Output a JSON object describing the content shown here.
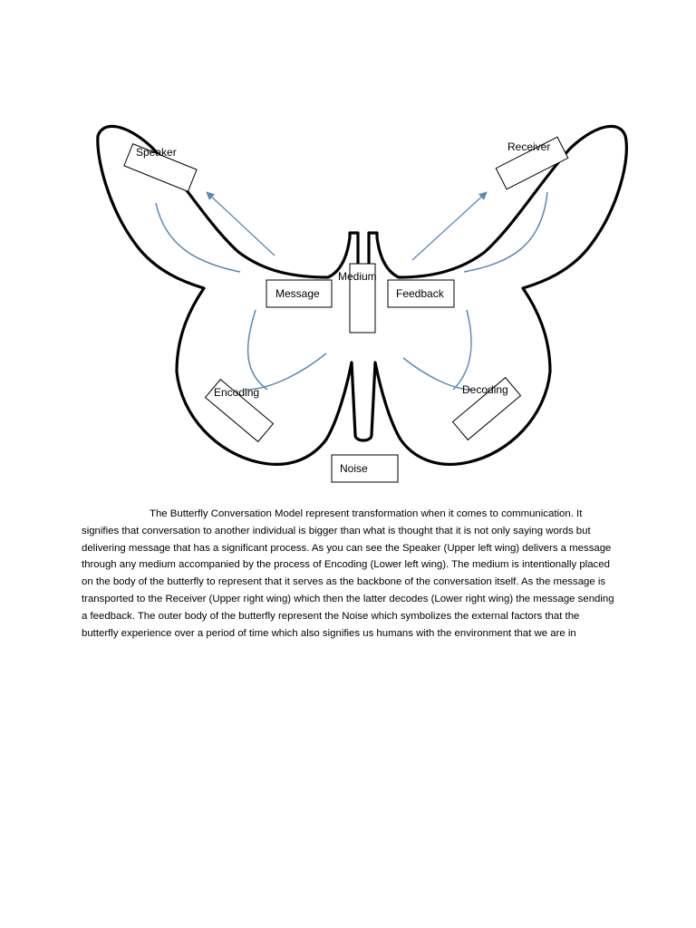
{
  "diagram": {
    "labels": {
      "speaker": "Speaker",
      "receiver": "Receiver",
      "medium": "Medium",
      "message": "Message",
      "feedback": "Feedback",
      "encoding": "Encoding",
      "decoding": "Decoding",
      "noise": "Noise"
    },
    "colors": {
      "outline": "#000000",
      "flow_lines": "#5b87b5"
    }
  },
  "paragraph": "The Butterfly Conversation Model represent transformation when it comes to communication. It signifies that conversation to another individual is bigger than what is thought that it is not only saying words but delivering message that has a significant process. As you can see the Speaker (Upper left wing) delivers a message through any medium accompanied by the process of Encoding (Lower left wing). The medium is intentionally placed on the body of the butterfly to represent that it serves as the backbone of the conversation itself. As the message is transported to the Receiver (Upper right wing) which then the latter decodes (Lower right wing) the message sending a feedback. The outer body of the butterfly represent the Noise which symbolizes the external factors that the butterfly experience over a period of time which also signifies us humans with the environment that we are in"
}
